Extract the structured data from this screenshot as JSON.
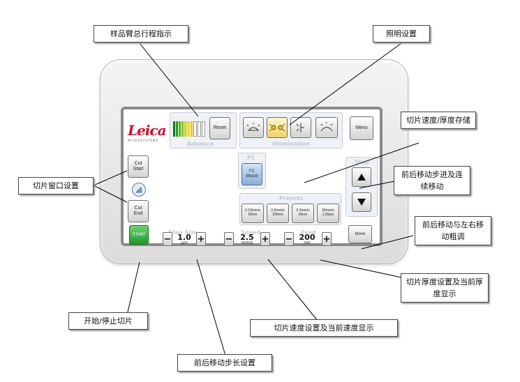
{
  "callouts": {
    "advance_indicator": "样品臂总行程指示",
    "illumination_settings": "照明设置",
    "speed_thickness_presets": "切片速度/厚度存储",
    "cut_window": "切片窗口设置",
    "step_move": "前后移动步进及连续移动",
    "coarse_move": "前后移动与左右移动粗调",
    "feed_setting": "切片厚度设置及当前厚度显示",
    "start_stop": "开始/停止切片",
    "speed_setting": "切片速度设置及当前速度显示",
    "step_size_setting": "前后移动步长设置"
  },
  "screen": {
    "logo": "Leica",
    "logo_sub": "MICROSYSTEMS",
    "advance": {
      "label": "Advance",
      "reset": "Reset",
      "level": 0.7
    },
    "illumination": {
      "label": "Illumination"
    },
    "menu": "Menu",
    "fc": {
      "label": "FC",
      "mount": "FC\nMount"
    },
    "cut_start": "Cut\nStart",
    "cut_end": "Cut\nEnd",
    "step": {
      "label": "Step"
    },
    "presets": {
      "label": "Presets",
      "items": [
        "0.10mm/s\n50nm",
        "0.6mm/s\n200nm",
        "0.2mm/s\n63nm",
        "30mm/s\n1.00μm"
      ]
    },
    "step_size": {
      "label": "Step Size",
      "value": "1.0",
      "unit": "μm"
    },
    "speed": {
      "label": "Speed",
      "value": "2.5",
      "unit": "mm/s"
    },
    "feed": {
      "label": "Feed",
      "value": "200",
      "unit": "nm"
    },
    "move": "Move",
    "start": "START"
  },
  "colors": {
    "logo_red": "#c8102e",
    "start_green": "#2aa83a",
    "fc_blue": "#9bbce3"
  }
}
